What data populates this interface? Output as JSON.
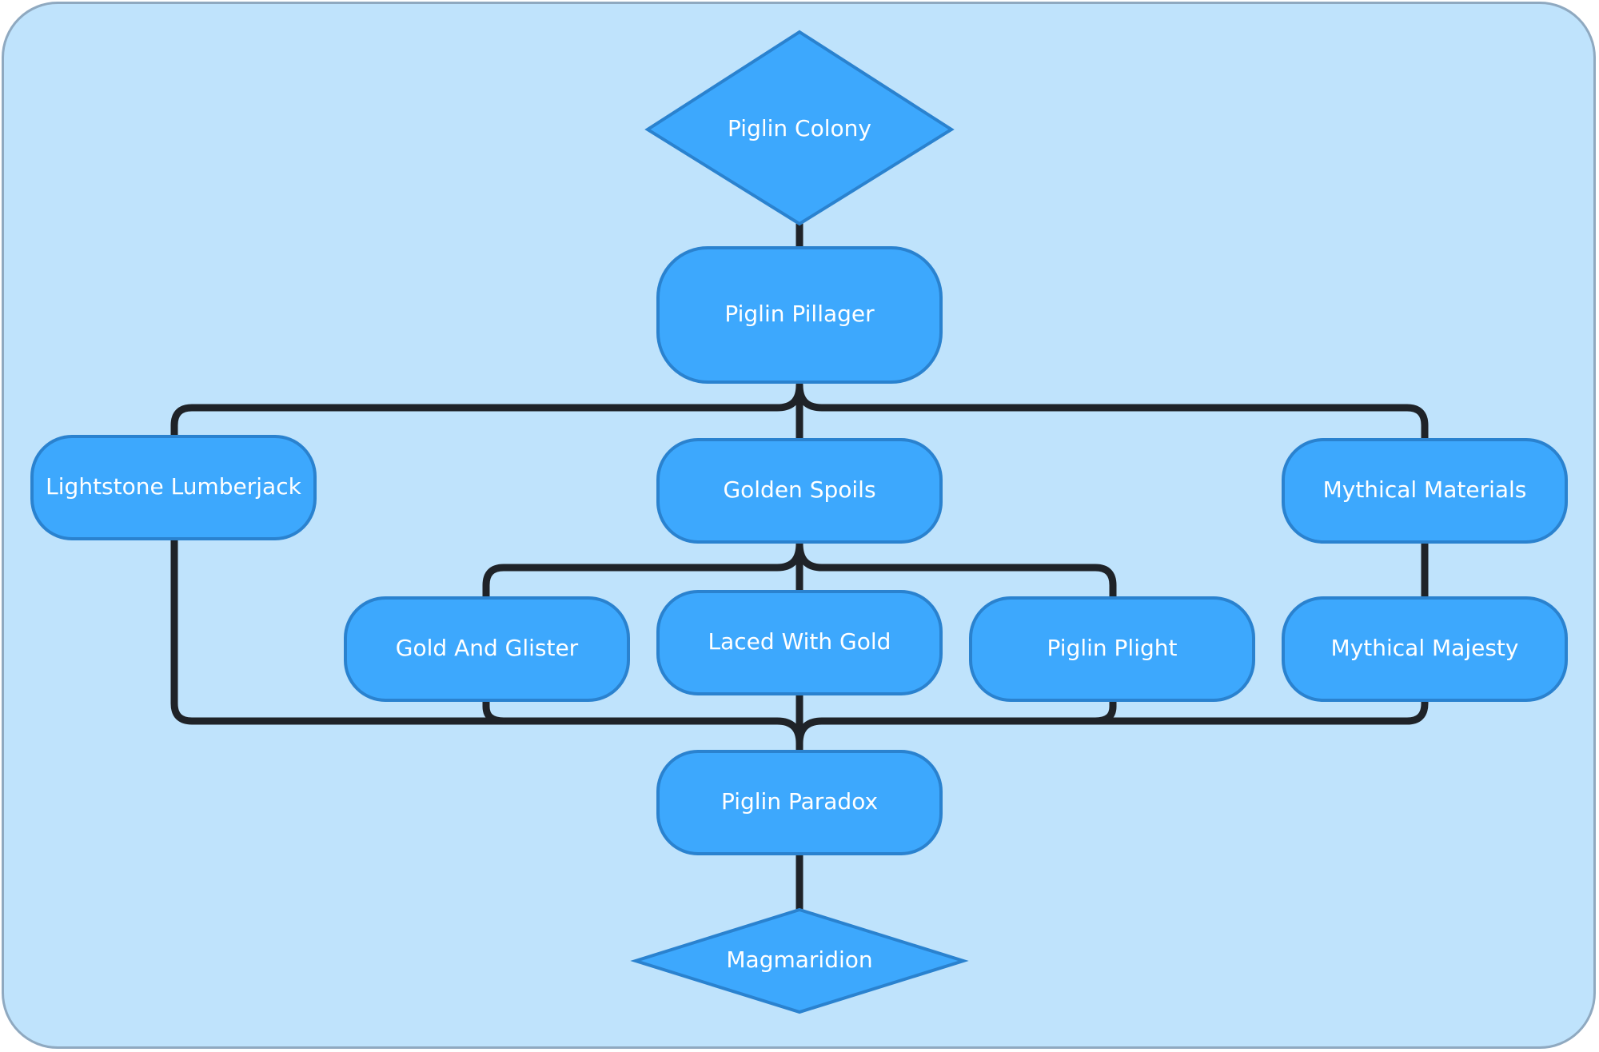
{
  "diagram": {
    "nodes": {
      "piglin_colony": "Piglin Colony",
      "piglin_pillager": "Piglin Pillager",
      "lightstone_lumberjack": "Lightstone Lumberjack",
      "golden_spoils": "Golden Spoils",
      "mythical_materials": "Mythical Materials",
      "gold_and_glister": "Gold And Glister",
      "laced_with_gold": "Laced With Gold",
      "piglin_plight": "Piglin Plight",
      "mythical_majesty": "Mythical Majesty",
      "piglin_paradox": "Piglin Paradox",
      "magmaridion": "Magmaridion"
    },
    "edges": [
      [
        "piglin_colony",
        "piglin_pillager"
      ],
      [
        "piglin_pillager",
        "lightstone_lumberjack"
      ],
      [
        "piglin_pillager",
        "golden_spoils"
      ],
      [
        "piglin_pillager",
        "mythical_materials"
      ],
      [
        "golden_spoils",
        "gold_and_glister"
      ],
      [
        "golden_spoils",
        "laced_with_gold"
      ],
      [
        "golden_spoils",
        "piglin_plight"
      ],
      [
        "mythical_materials",
        "mythical_majesty"
      ],
      [
        "lightstone_lumberjack",
        "piglin_paradox"
      ],
      [
        "gold_and_glister",
        "piglin_paradox"
      ],
      [
        "laced_with_gold",
        "piglin_paradox"
      ],
      [
        "piglin_plight",
        "piglin_paradox"
      ],
      [
        "mythical_majesty",
        "piglin_paradox"
      ],
      [
        "piglin_paradox",
        "magmaridion"
      ]
    ],
    "colors": {
      "background": "#bfe3fc",
      "node_fill": "#3da8fd",
      "node_stroke": "#2a82cf",
      "connector": "#1f2328",
      "label": "#ffffff"
    }
  }
}
